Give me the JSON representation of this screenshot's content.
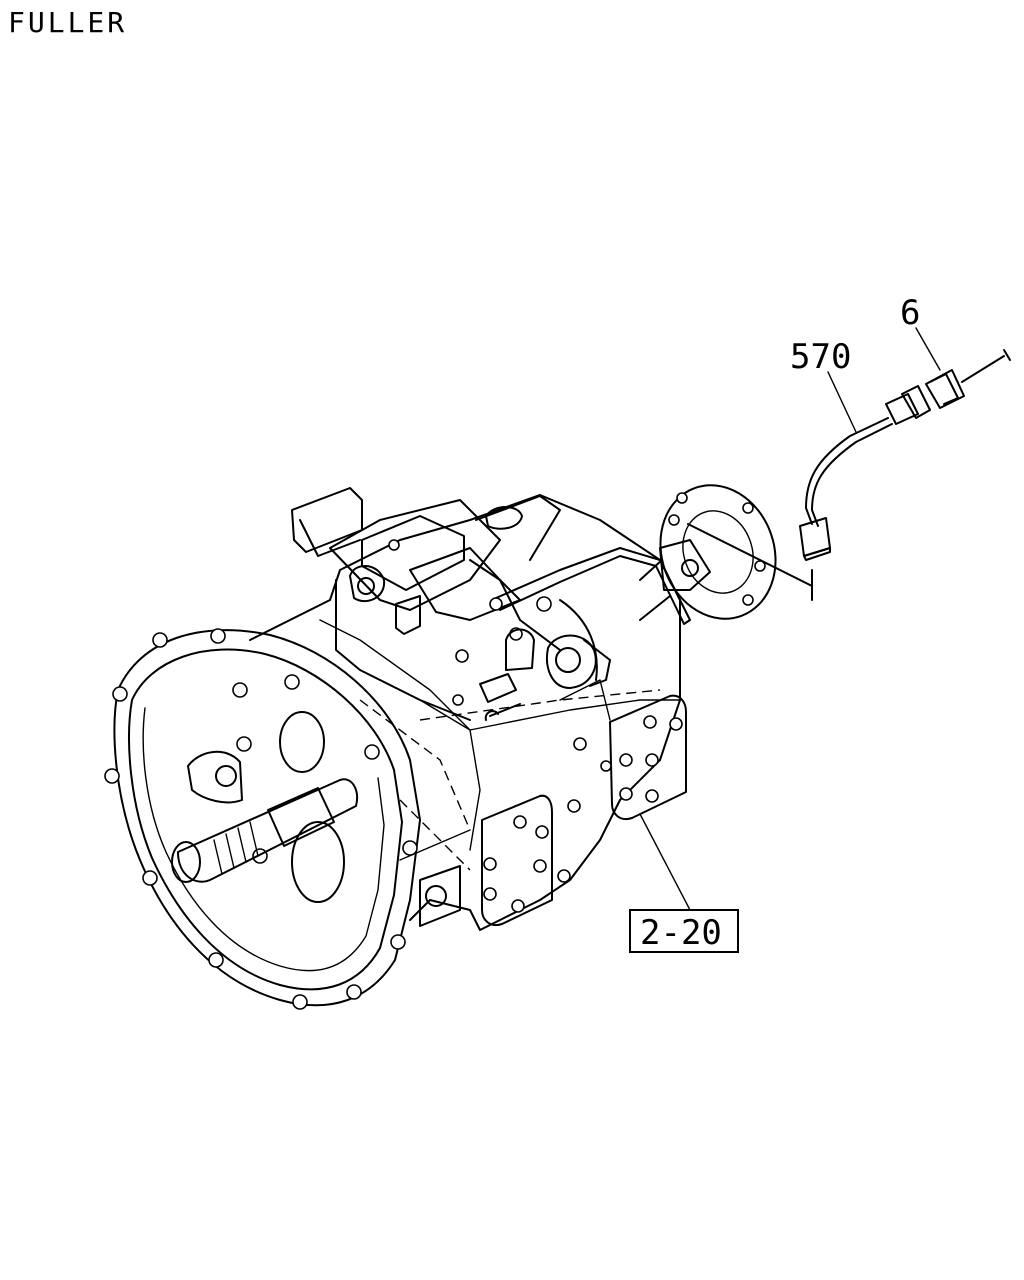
{
  "header": {
    "brand": "FULLER"
  },
  "callouts": {
    "sensor_harness": "570",
    "connector": "6",
    "transmission_ref": "2-20"
  },
  "colors": {
    "ink": "#000000",
    "paper": "#ffffff"
  }
}
